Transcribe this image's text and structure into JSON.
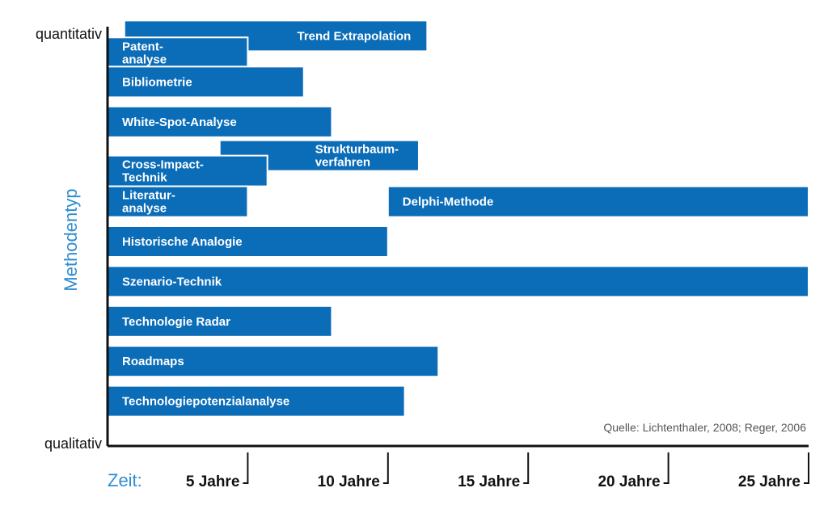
{
  "chart_data": {
    "type": "bar",
    "orientation": "horizontal",
    "xlabel": "Zeit:",
    "ylabel": "Methodentyp",
    "y_top_label": "quantitativ",
    "y_bottom_label": "qualitativ",
    "x_tick_labels": [
      "5 Jahre",
      "10 Jahre",
      "15 Jahre",
      "20 Jahre",
      "25 Jahre"
    ],
    "x_ticks": [
      5,
      10,
      15,
      20,
      25
    ],
    "xlim": [
      0,
      25
    ],
    "source": "Quelle: Lichtenthaler, 2008; Reger, 2006",
    "bar_color": "#0b6cb7",
    "bars": [
      {
        "label": "Trend Extrapolation",
        "start": 0.6,
        "end": 11.4,
        "row": 0,
        "offset": -0.2
      },
      {
        "label": "Patent-\nanalyse",
        "start": 0,
        "end": 5,
        "row": 0,
        "offset": 0.35
      },
      {
        "label": "Bibliometrie",
        "start": 0,
        "end": 7,
        "row": 1,
        "offset": 0
      },
      {
        "label": "White-Spot-Analyse",
        "start": 0,
        "end": 8,
        "row": 2,
        "offset": 0
      },
      {
        "label": "Strukturbaum-\nverfahren",
        "start": 4,
        "end": 11.1,
        "row": 3,
        "offset": -0.2
      },
      {
        "label": "Cross-Impact-\nTechnik",
        "start": 0,
        "end": 5.7,
        "row": 3,
        "offset": 0.3
      },
      {
        "label": "Literatur-\nanalyse",
        "start": 0,
        "end": 5,
        "row": 4,
        "offset": 0
      },
      {
        "label": "Delphi-Methode",
        "start": 10,
        "end": 25,
        "row": 4,
        "offset": 0
      },
      {
        "label": "Historische Analogie",
        "start": 0,
        "end": 10,
        "row": 5,
        "offset": 0
      },
      {
        "label": "Szenario-Technik",
        "start": 0,
        "end": 25,
        "row": 6,
        "offset": 0
      },
      {
        "label": "Technologie Radar",
        "start": 0,
        "end": 8,
        "row": 7,
        "offset": 0
      },
      {
        "label": "Roadmaps",
        "start": 0,
        "end": 11.8,
        "row": 8,
        "offset": 0
      },
      {
        "label": "Technologiepotenzialanalyse",
        "start": 0,
        "end": 10.6,
        "row": 9,
        "offset": 0
      }
    ]
  }
}
